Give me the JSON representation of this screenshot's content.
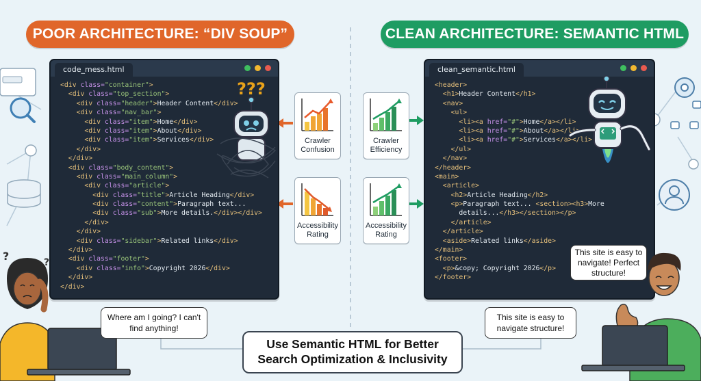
{
  "titles": {
    "poor": "POOR ARCHITECTURE: “DIV SOUP”",
    "clean": "CLEAN ARCHITECTURE: SEMANTIC HTML"
  },
  "colors": {
    "poor": "#e0662a",
    "clean": "#1e9c62",
    "code_bg": "#1f2a38"
  },
  "left_window": {
    "filename": "code_mess.html",
    "lines": [
      [
        [
          "t",
          "<div "
        ],
        [
          "k",
          "class="
        ],
        [
          "v",
          "\"container\""
        ],
        [
          "t",
          ">"
        ]
      ],
      [
        [
          "p",
          "  "
        ],
        [
          "t",
          "<div "
        ],
        [
          "k",
          "class="
        ],
        [
          "v",
          "\"top_section\""
        ],
        [
          "t",
          ">"
        ]
      ],
      [
        [
          "p",
          "    "
        ],
        [
          "t",
          "<div "
        ],
        [
          "k",
          "class="
        ],
        [
          "v",
          "\"header\""
        ],
        [
          "t",
          ">"
        ],
        [
          "x",
          "Header Content"
        ],
        [
          "t",
          "</div>"
        ]
      ],
      [
        [
          "p",
          "    "
        ],
        [
          "t",
          "<div "
        ],
        [
          "k",
          "class="
        ],
        [
          "v",
          "\"nav_bar\""
        ],
        [
          "t",
          ">"
        ]
      ],
      [
        [
          "p",
          "      "
        ],
        [
          "t",
          "<div "
        ],
        [
          "k",
          "class="
        ],
        [
          "v",
          "\"item\""
        ],
        [
          "t",
          ">"
        ],
        [
          "x",
          "Home"
        ],
        [
          "t",
          "</div>"
        ]
      ],
      [
        [
          "p",
          "      "
        ],
        [
          "t",
          "<div "
        ],
        [
          "k",
          "class="
        ],
        [
          "v",
          "\"item\""
        ],
        [
          "t",
          ">"
        ],
        [
          "x",
          "About"
        ],
        [
          "t",
          "</div>"
        ]
      ],
      [
        [
          "p",
          "      "
        ],
        [
          "t",
          "<div "
        ],
        [
          "k",
          "class="
        ],
        [
          "v",
          "\"item\""
        ],
        [
          "t",
          ">"
        ],
        [
          "x",
          "Services"
        ],
        [
          "t",
          "</div>"
        ]
      ],
      [
        [
          "p",
          "    "
        ],
        [
          "t",
          "</div>"
        ]
      ],
      [
        [
          "p",
          "  "
        ],
        [
          "t",
          "</div>"
        ]
      ],
      [
        [
          "p",
          "  "
        ],
        [
          "t",
          "<div "
        ],
        [
          "k",
          "class="
        ],
        [
          "v",
          "\"body_content\""
        ],
        [
          "t",
          ">"
        ]
      ],
      [
        [
          "p",
          "    "
        ],
        [
          "t",
          "<div "
        ],
        [
          "k",
          "class="
        ],
        [
          "v",
          "\"main_column\""
        ],
        [
          "t",
          ">"
        ]
      ],
      [
        [
          "p",
          "      "
        ],
        [
          "t",
          "<div "
        ],
        [
          "k",
          "class="
        ],
        [
          "v",
          "\"article\""
        ],
        [
          "t",
          ">"
        ]
      ],
      [
        [
          "p",
          "        "
        ],
        [
          "t",
          "<div "
        ],
        [
          "k",
          "class="
        ],
        [
          "v",
          "\"title\""
        ],
        [
          "t",
          ">"
        ],
        [
          "x",
          "Article Heading"
        ],
        [
          "t",
          "</div>"
        ]
      ],
      [
        [
          "p",
          "        "
        ],
        [
          "t",
          "<div "
        ],
        [
          "k",
          "class="
        ],
        [
          "v",
          "\"content\""
        ],
        [
          "t",
          ">"
        ],
        [
          "x",
          "Paragraph text..."
        ]
      ],
      [
        [
          "p",
          "        "
        ],
        [
          "t",
          "<div "
        ],
        [
          "k",
          "class="
        ],
        [
          "v",
          "\"sub\""
        ],
        [
          "t",
          ">"
        ],
        [
          "x",
          "More details."
        ],
        [
          "t",
          "</div></div>"
        ]
      ],
      [
        [
          "p",
          "      "
        ],
        [
          "t",
          "</div>"
        ]
      ],
      [
        [
          "p",
          "    "
        ],
        [
          "t",
          "</div>"
        ]
      ],
      [
        [
          "p",
          "    "
        ],
        [
          "t",
          "<div "
        ],
        [
          "k",
          "class="
        ],
        [
          "v",
          "\"sidebar\""
        ],
        [
          "t",
          ">"
        ],
        [
          "x",
          "Related links"
        ],
        [
          "t",
          "</div>"
        ]
      ],
      [
        [
          "p",
          "  "
        ],
        [
          "t",
          "</div>"
        ]
      ],
      [
        [
          "p",
          "  "
        ],
        [
          "t",
          "<div "
        ],
        [
          "k",
          "class="
        ],
        [
          "v",
          "\"footer\""
        ],
        [
          "t",
          ">"
        ]
      ],
      [
        [
          "p",
          "    "
        ],
        [
          "t",
          "<div "
        ],
        [
          "k",
          "class="
        ],
        [
          "v",
          "\"info\""
        ],
        [
          "t",
          ">"
        ],
        [
          "x",
          "Copyright 2026"
        ],
        [
          "t",
          "</div>"
        ]
      ],
      [
        [
          "p",
          "  "
        ],
        [
          "t",
          "</div>"
        ]
      ],
      [
        [
          "t",
          "</div>"
        ]
      ]
    ]
  },
  "right_window": {
    "filename": "clean_semantic.html",
    "lines": [
      [
        [
          "t",
          "<header>"
        ]
      ],
      [
        [
          "p",
          "  "
        ],
        [
          "t",
          "<h1>"
        ],
        [
          "x",
          "Header Content"
        ],
        [
          "t",
          "</h1>"
        ]
      ],
      [
        [
          "p",
          "  "
        ],
        [
          "t",
          "<nav>"
        ]
      ],
      [
        [
          "p",
          "    "
        ],
        [
          "t",
          "<ul>"
        ]
      ],
      [
        [
          "p",
          "      "
        ],
        [
          "t",
          "<li><a "
        ],
        [
          "k",
          "href="
        ],
        [
          "v",
          "\"#\""
        ],
        [
          "t",
          ">"
        ],
        [
          "x",
          "Home"
        ],
        [
          "t",
          "</a></li>"
        ]
      ],
      [
        [
          "p",
          "      "
        ],
        [
          "t",
          "<li><a "
        ],
        [
          "k",
          "href="
        ],
        [
          "v",
          "\"#\""
        ],
        [
          "t",
          ">"
        ],
        [
          "x",
          "About"
        ],
        [
          "t",
          "</a></li>"
        ]
      ],
      [
        [
          "p",
          "      "
        ],
        [
          "t",
          "<li><a "
        ],
        [
          "k",
          "href="
        ],
        [
          "v",
          "\"#\""
        ],
        [
          "t",
          ">"
        ],
        [
          "x",
          "Services"
        ],
        [
          "t",
          "</a></li>"
        ]
      ],
      [
        [
          "p",
          "    "
        ],
        [
          "t",
          "</ul>"
        ]
      ],
      [
        [
          "p",
          "  "
        ],
        [
          "t",
          "</nav>"
        ]
      ],
      [
        [
          "t",
          "</header>"
        ]
      ],
      [
        [
          "t",
          "<main>"
        ]
      ],
      [
        [
          "p",
          "  "
        ],
        [
          "t",
          "<article>"
        ]
      ],
      [
        [
          "p",
          "    "
        ],
        [
          "t",
          "<h2>"
        ],
        [
          "x",
          "Article Heading"
        ],
        [
          "t",
          "</h2>"
        ]
      ],
      [
        [
          "p",
          "    "
        ],
        [
          "t",
          "<p>"
        ],
        [
          "x",
          "Paragraph text... "
        ],
        [
          "t",
          "<section><h3>"
        ],
        [
          "x",
          "More"
        ]
      ],
      [
        [
          "p",
          "      "
        ],
        [
          "x",
          "details..."
        ],
        [
          "t",
          "</h3></section></p>"
        ]
      ],
      [
        [
          "p",
          "    "
        ],
        [
          "t",
          "</article>"
        ]
      ],
      [
        [
          "p",
          "  "
        ],
        [
          "t",
          "</article>"
        ]
      ],
      [
        [
          "p",
          "  "
        ],
        [
          "t",
          "<aside>"
        ],
        [
          "x",
          "Related links"
        ],
        [
          "t",
          "</aside>"
        ]
      ],
      [
        [
          "t",
          "</main>"
        ]
      ],
      [
        [
          "t",
          "<footer>"
        ]
      ],
      [
        [
          "p",
          "  "
        ],
        [
          "t",
          "<p>"
        ],
        [
          "x",
          "&copy; Copyright 2026"
        ],
        [
          "t",
          "</p>"
        ]
      ],
      [
        [
          "t",
          "</footer>"
        ]
      ]
    ]
  },
  "cards": {
    "crawler_confusion": "Crawler Confusion",
    "crawler_efficiency": "Crawler Efficiency",
    "accessibility_left": "Accessibility Rating",
    "accessibility_right": "Accessibility Rating"
  },
  "bubbles": {
    "confused_user": "Where am I going? I can't find anything!",
    "happy_user": "This site is easy to navigate structure!",
    "robot": "This site is easy to navigate! Perfect structure!"
  },
  "question_marks": "???",
  "footer": {
    "line1": "Use Semantic HTML for Better",
    "line2": "Search Optimization & Inclusivity"
  }
}
